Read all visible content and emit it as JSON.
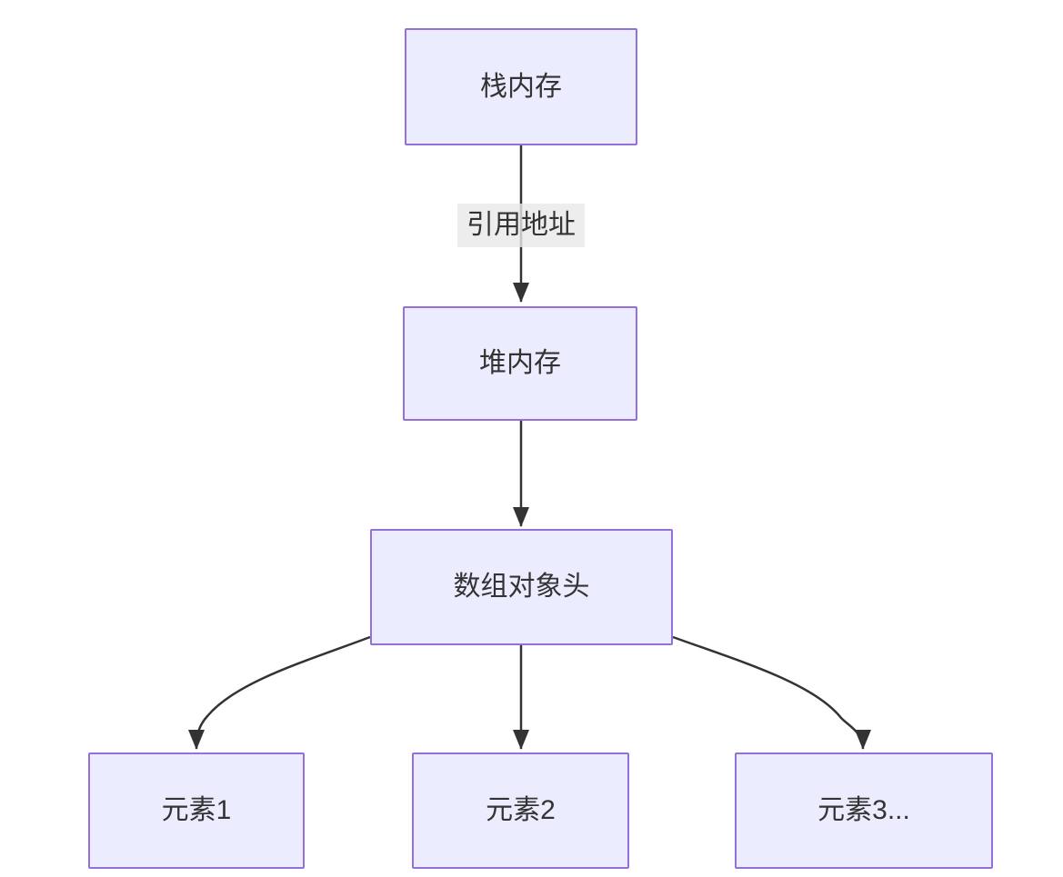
{
  "diagram": {
    "type": "flowchart",
    "direction": "top-down",
    "colors": {
      "background": "#ffffff",
      "node_fill": "#ECECFF",
      "node_border": "#9370DB",
      "edge_stroke": "#333333",
      "text": "#333333",
      "edge_label_bg": "#e8e8e8"
    },
    "nodes": [
      {
        "id": "stack",
        "label": "栈内存"
      },
      {
        "id": "heap",
        "label": "堆内存"
      },
      {
        "id": "header",
        "label": "数组对象头"
      },
      {
        "id": "el1",
        "label": "元素1"
      },
      {
        "id": "el2",
        "label": "元素2"
      },
      {
        "id": "el3",
        "label": "元素3..."
      }
    ],
    "edges": [
      {
        "from": "stack",
        "to": "heap",
        "label": "引用地址",
        "style": "straight-arrow"
      },
      {
        "from": "heap",
        "to": "header",
        "label": "",
        "style": "straight-arrow"
      },
      {
        "from": "header",
        "to": "el1",
        "label": "",
        "style": "curved-arrow"
      },
      {
        "from": "header",
        "to": "el2",
        "label": "",
        "style": "straight-arrow"
      },
      {
        "from": "header",
        "to": "el3",
        "label": "",
        "style": "curved-arrow"
      }
    ]
  }
}
